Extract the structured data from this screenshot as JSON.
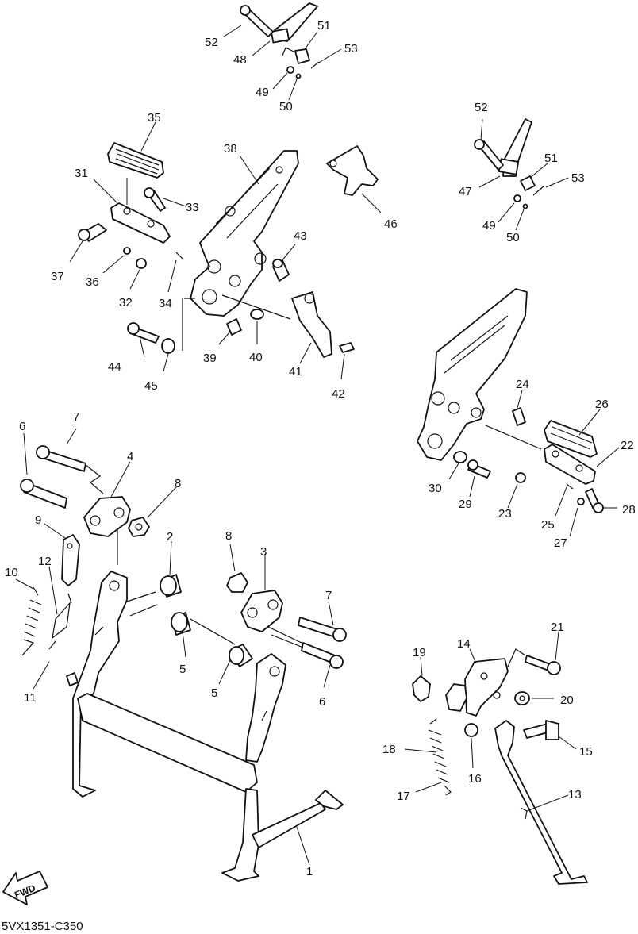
{
  "drawing_code": "5VX1351-C350",
  "fwd_label": "FWD",
  "callouts": {
    "c1": "1",
    "c2": "2",
    "c3": "3",
    "c4": "4",
    "c5a": "5",
    "c5b": "5",
    "c6a": "6",
    "c6b": "6",
    "c7a": "7",
    "c7b": "7",
    "c8a": "8",
    "c8b": "8",
    "c9": "9",
    "c10": "10",
    "c11": "11",
    "c12": "12",
    "c13": "13",
    "c14": "14",
    "c15": "15",
    "c16": "16",
    "c17": "17",
    "c18": "18",
    "c19": "19",
    "c20": "20",
    "c21": "21",
    "c22": "22",
    "c23": "23",
    "c24": "24",
    "c25": "25",
    "c26": "26",
    "c27": "27",
    "c28": "28",
    "c29": "29",
    "c30": "30",
    "c31": "31",
    "c32": "32",
    "c33": "33",
    "c34": "34",
    "c35": "35",
    "c36": "36",
    "c37": "37",
    "c38": "38",
    "c39": "39",
    "c40": "40",
    "c41": "41",
    "c42": "42",
    "c43": "43",
    "c44": "44",
    "c45": "45",
    "c46": "46",
    "c47": "47",
    "c48": "48",
    "c49a": "49",
    "c49b": "49",
    "c50a": "50",
    "c50b": "50",
    "c51a": "51",
    "c51b": "51",
    "c52a": "52",
    "c52b": "52",
    "c53a": "53",
    "c53b": "53"
  }
}
